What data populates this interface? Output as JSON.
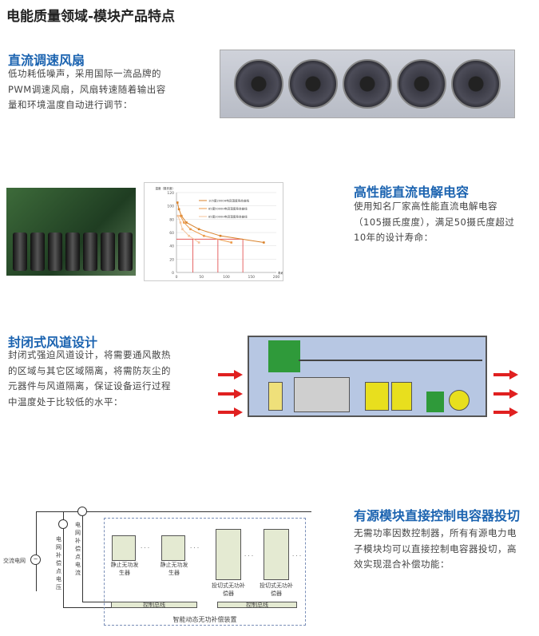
{
  "page_title": "电能质量领域-模块产品特点",
  "sections": [
    {
      "heading": "直流调速风扇",
      "lines": [
        "低功耗低噪声，采用国际一流品牌的",
        "PWM调速风扇，风扇转速随着输出容",
        "量和环境温度自动进行调节："
      ]
    },
    {
      "heading": "高性能直流电解电容",
      "lines": [
        "使用知名厂家高性能直流电解电容",
        "（105摄氏度度），满足50摄氏度超过",
        "10年的设计寿命："
      ]
    },
    {
      "heading": "封闭式风道设计",
      "lines": [
        "封闭式强迫风道设计，将需要通风散热",
        "的区域与其它区域隔离，将需防灰尘的",
        "元器件与风道隔离，保证设备运行过程",
        "中温度处于比较低的水平："
      ]
    },
    {
      "heading": "有源模块直接控制电容器投切",
      "lines": [
        "无需功率因数控制器，所有有源电力电",
        "子模块均可以直接控制电容器投切，高",
        "效实现混合补偿功能："
      ]
    }
  ],
  "diagram": {
    "source": "交流电网",
    "voltage": "电网补偿点电压",
    "current": "电网补偿点电流",
    "svg1": "静止无功发生器",
    "svg2": "静止无功发生器",
    "tsc1": "投切式无功补偿器",
    "tsc2": "投切式无功补偿器",
    "bus1": "控制总线",
    "bus2": "控制总线",
    "device": "智能动态无功补偿装置",
    "dots": "· · ·"
  },
  "chart_data": {
    "type": "line",
    "ylabel": "温度（摄氏度）",
    "xlabel": "寿命（年）",
    "xlim": [
      0,
      200
    ],
    "ylim": [
      0,
      120
    ],
    "xticks": [
      "0",
      "50",
      "100",
      "150",
      "200"
    ],
    "yticks": [
      "0",
      "20",
      "40",
      "60",
      "80",
      "100",
      "120"
    ],
    "series": [
      {
        "name": "105度2000H电容温度寿命曲线",
        "color": "#d9822b",
        "x": [
          2,
          5,
          10,
          20,
          45,
          88,
          175
        ],
        "y": [
          105,
          95,
          85,
          75,
          65,
          55,
          45
        ]
      },
      {
        "name": "85度5000H电容温度寿命曲线",
        "color": "#ec9a4a",
        "x": [
          8,
          15,
          28,
          55,
          110
        ],
        "y": [
          85,
          75,
          65,
          55,
          45
        ]
      },
      {
        "name": "85度2000H电容温度寿命曲线",
        "color": "#f5c39a",
        "x": [
          3,
          8,
          12,
          25,
          45
        ],
        "y": [
          85,
          75,
          65,
          55,
          45
        ]
      }
    ],
    "reference_y": 50,
    "reference_x": [
      33,
      83,
      133
    ]
  }
}
